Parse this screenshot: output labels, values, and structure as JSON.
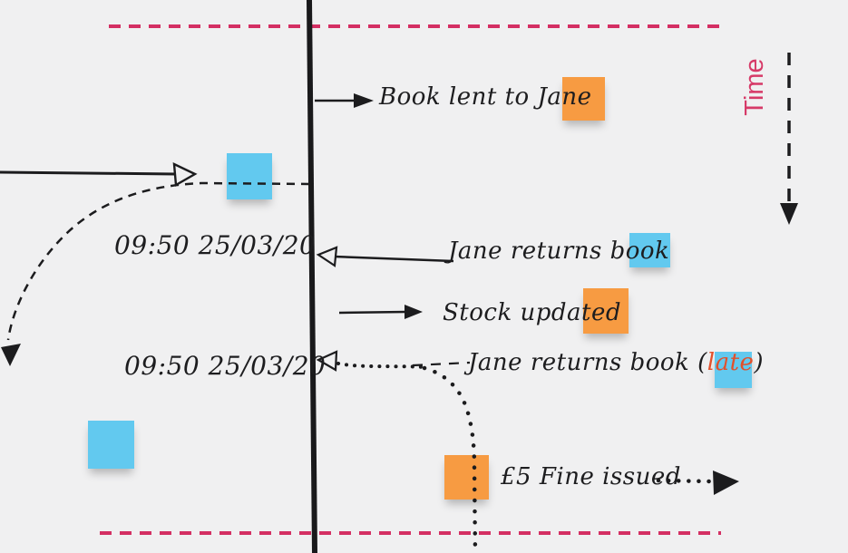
{
  "board": {
    "background_color": "#f0f0f1",
    "ink_color": "#1c1c1e",
    "boundary_color": "#d42f63",
    "time_label_color": "#d63a68",
    "note_orange_color": "#f79b42",
    "note_blue_color": "#62c9ef",
    "late_word_color": "#e2502b"
  },
  "time_axis": {
    "label": "Time"
  },
  "events": {
    "book_lent": {
      "label": "Book lent to Jane"
    },
    "jane_returns": {
      "label": "Jane returns book",
      "timestamp": "09:50 25/03/20"
    },
    "stock_updated": {
      "label": "Stock updated"
    },
    "jane_returns_late": {
      "label_prefix": "Jane returns book ",
      "paren_open": "(",
      "late_word": "late",
      "paren_close": ")",
      "timestamp": "09:50 25/03/20"
    },
    "fine_issued": {
      "label": "£5 Fine issued"
    }
  },
  "sticky_notes": [
    {
      "id": "note-book-lent",
      "color": "orange"
    },
    {
      "id": "note-request-return",
      "color": "blue"
    },
    {
      "id": "note-jane-returns",
      "color": "blue"
    },
    {
      "id": "note-stock-updated",
      "color": "orange"
    },
    {
      "id": "note-late-return",
      "color": "blue"
    },
    {
      "id": "note-fine-issued",
      "color": "orange"
    },
    {
      "id": "note-bottom-left",
      "color": "blue"
    }
  ]
}
